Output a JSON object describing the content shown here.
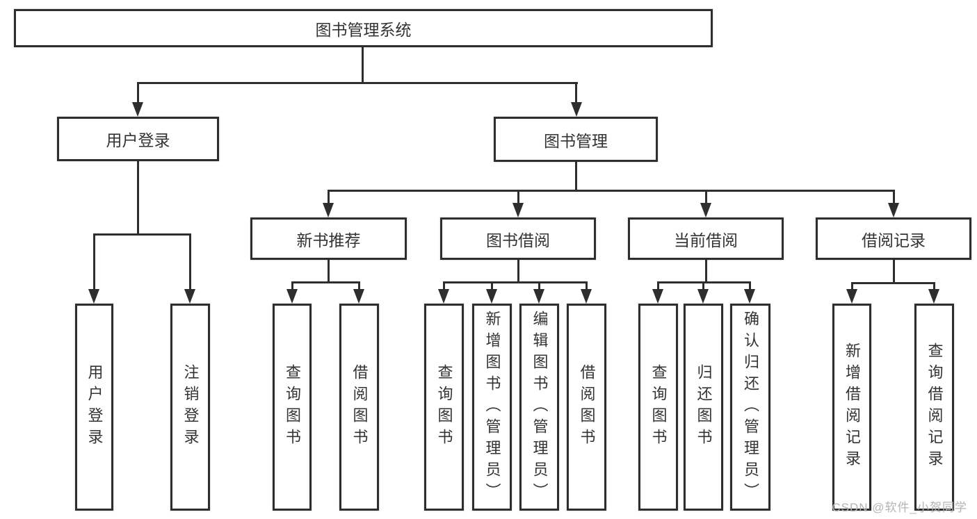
{
  "diagram": {
    "title": "图书管理系统",
    "root": {
      "label": "图书管理系统"
    },
    "level2": [
      {
        "label": "用户登录"
      },
      {
        "label": "图书管理"
      }
    ],
    "level3": [
      {
        "label": "新书推荐"
      },
      {
        "label": "图书借阅"
      },
      {
        "label": "当前借阅"
      },
      {
        "label": "借阅记录"
      }
    ],
    "leaves": {
      "user_login": [
        "用户登录",
        "注销登录"
      ],
      "new_books": [
        "查询图书",
        "借阅图书"
      ],
      "book_borrow": [
        "查询图书",
        "新增图书（管理员）",
        "编辑图书（管理员）",
        "借阅图书"
      ],
      "current_borrow": [
        "查询图书",
        "归还图书",
        "确认归还（管理员）"
      ],
      "borrow_records": [
        "新增借阅记录",
        "查询借阅记录"
      ]
    },
    "colors": {
      "line": "#2e2e2e",
      "text": "#333333",
      "background": "#ffffff",
      "watermark": "#b4b4b4"
    },
    "watermark": "CSDN @软件_小贺同学"
  }
}
